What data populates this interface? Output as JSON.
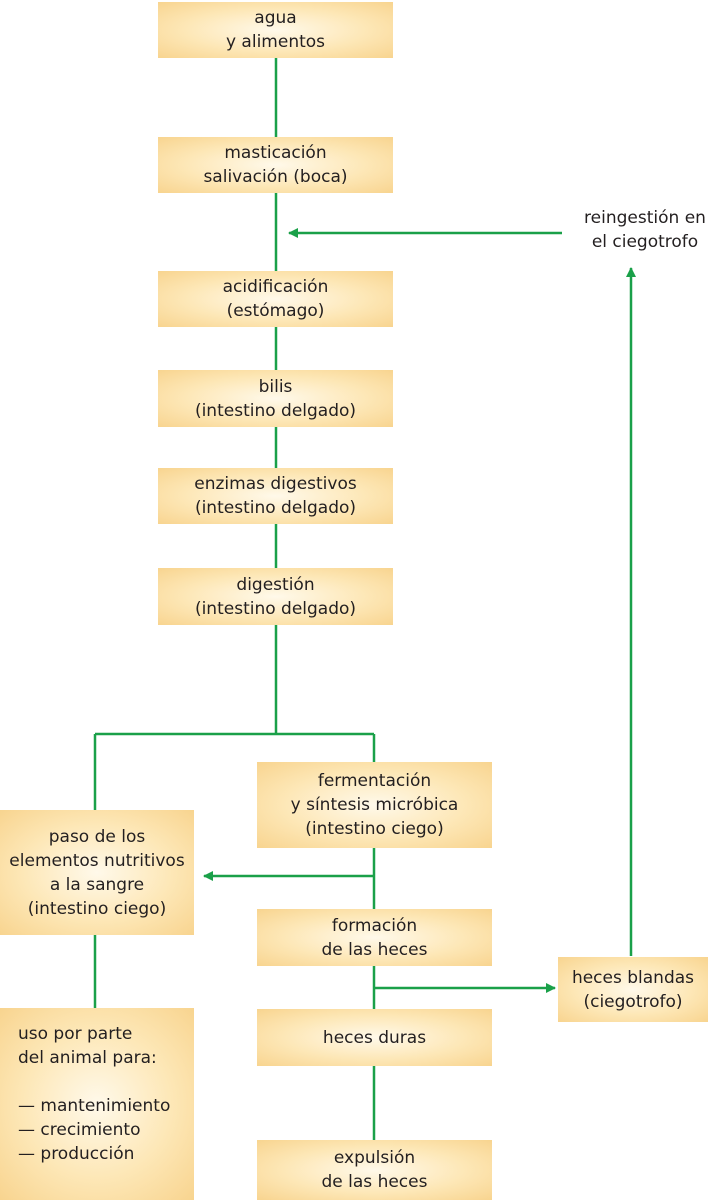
{
  "diagram": {
    "line_color": "#1aa049",
    "box_gradient": [
      "#fff9ea",
      "#f8d48f"
    ],
    "nodes": {
      "agua": [
        "agua",
        "y alimentos"
      ],
      "masticacion": [
        "masticación",
        "salivación (boca)"
      ],
      "acidificacion": [
        "acidificación",
        "(estómago)"
      ],
      "bilis": [
        "bilis",
        "(intestino delgado)"
      ],
      "enzimas": [
        "enzimas digestivos",
        "(intestino delgado)"
      ],
      "digestion": [
        "digestión",
        "(intestino delgado)"
      ],
      "fermentacion": [
        "fermentación",
        "y síntesis micróbica",
        "(intestino ciego)"
      ],
      "paso": [
        "paso de los",
        "elementos nutritivos",
        "a la sangre",
        "(intestino ciego)"
      ],
      "formacion": [
        "formación",
        "de las heces"
      ],
      "heces_blandas": [
        "heces blandas",
        "(ciegotrofo)"
      ],
      "heces_duras": [
        "heces duras"
      ],
      "expulsion": [
        "expulsión",
        "de las heces"
      ],
      "uso": [
        "uso por parte",
        "del animal para:",
        "— mantenimiento",
        "— crecimiento",
        "— producción"
      ],
      "reingestion": [
        "reingestión en",
        "el ciegotrofo"
      ]
    }
  }
}
